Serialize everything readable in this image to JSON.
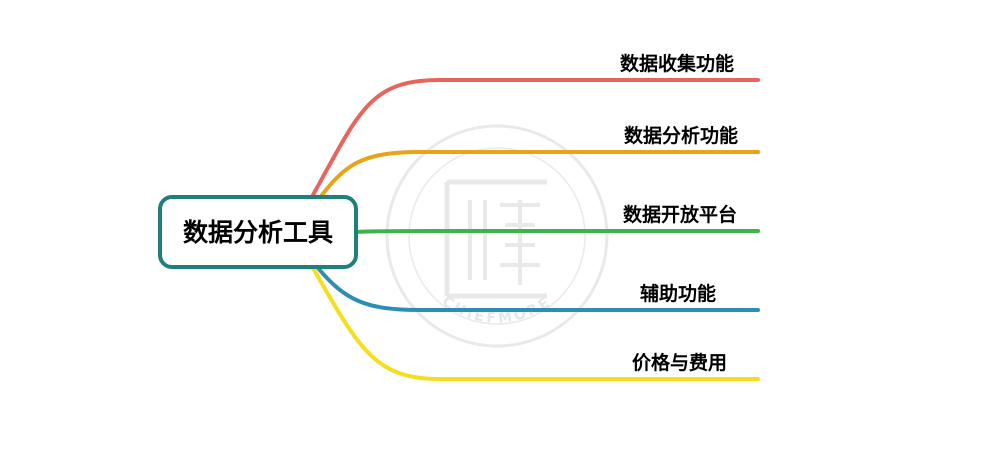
{
  "diagram": {
    "type": "mindmap",
    "root": {
      "label": "数据分析工具",
      "border_color": "#1f7f79"
    },
    "branches": [
      {
        "label": "数据收集功能",
        "color": "#e8655d"
      },
      {
        "label": "数据分析功能",
        "color": "#e8a317"
      },
      {
        "label": "数据开放平台",
        "color": "#3db34a"
      },
      {
        "label": "辅助功能",
        "color": "#2a8fb3"
      },
      {
        "label": "价格与费用",
        "color": "#f5de1b"
      }
    ]
  },
  "watermark": {
    "arc_text": "CHIEFMORE"
  }
}
